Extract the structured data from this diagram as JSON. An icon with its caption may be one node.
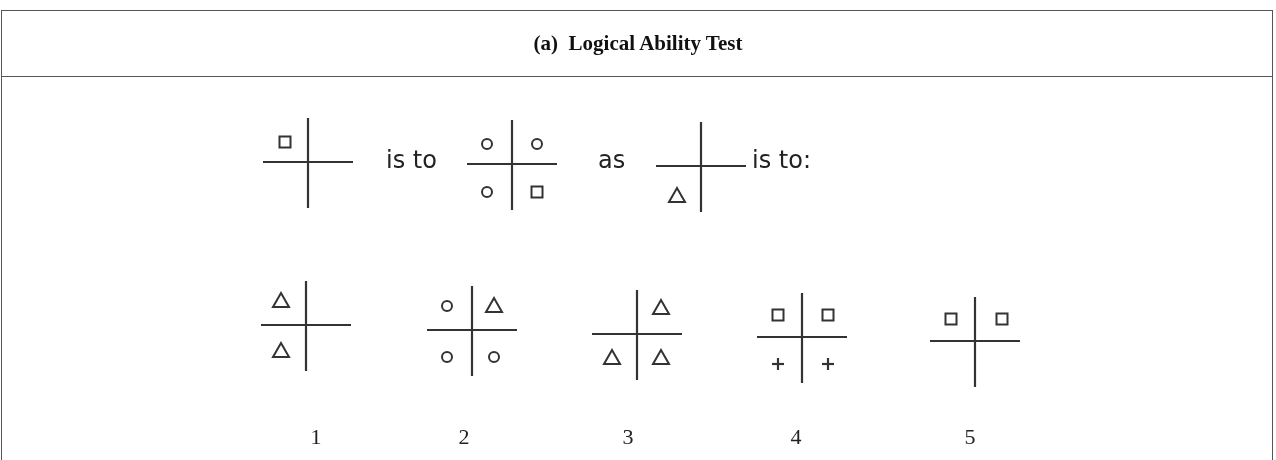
{
  "diagram": {
    "title": "(a)  Logical Ability Test",
    "labels": [
      "is to",
      "as",
      "is to:",
      "1",
      "2",
      "3",
      "4",
      "5"
    ]
  }
}
